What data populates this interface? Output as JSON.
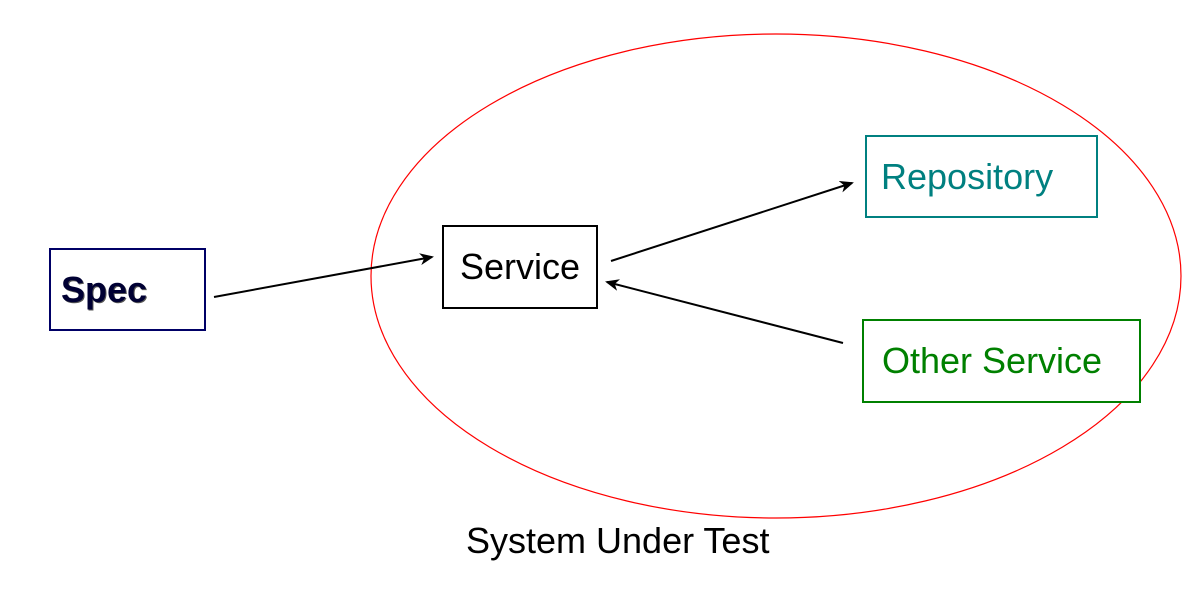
{
  "nodes": {
    "spec": "Spec",
    "service": "Service",
    "repository": "Repository",
    "other_service": "Other Service"
  },
  "boundary": {
    "label": "System Under Test",
    "color": "#ff0000"
  },
  "colors": {
    "spec_border": "#000066",
    "repository": "#008080",
    "other_service": "#008000",
    "arrow": "#000000"
  }
}
